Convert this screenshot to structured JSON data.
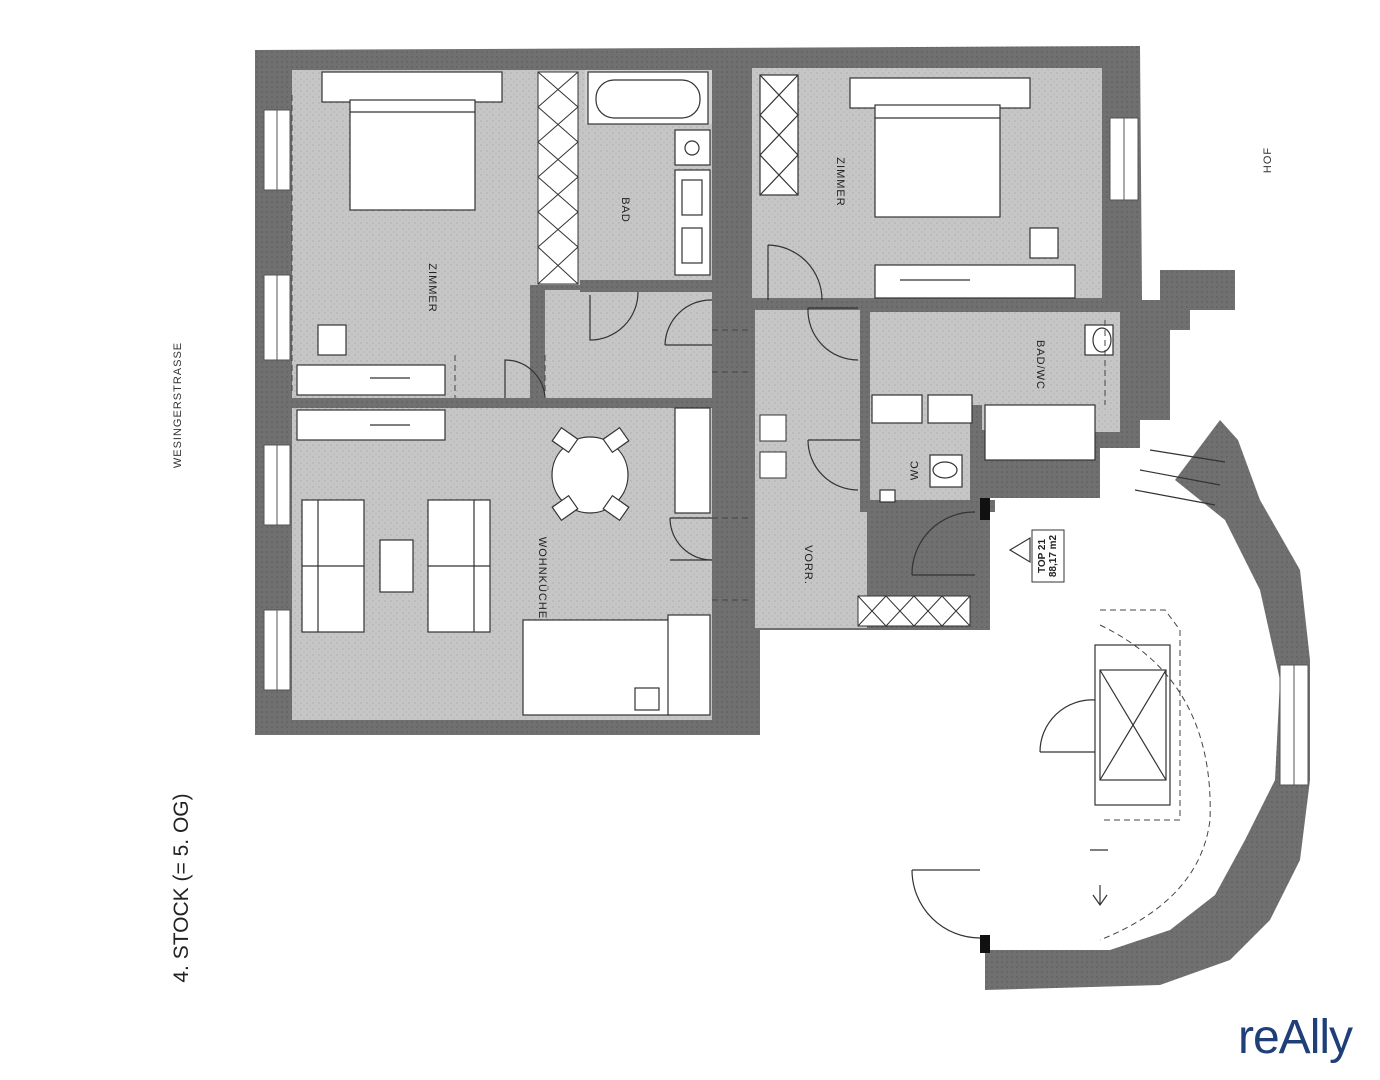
{
  "floor_title": "4. STOCK (= 5. OG)",
  "street": "WESINGERSTRASSE",
  "courtyard": "HOF",
  "unit": {
    "number": "TOP 21",
    "area": "88,17 m2"
  },
  "rooms": {
    "bedroom_1": "ZIMMER",
    "bedroom_2": "ZIMMER",
    "bathroom": "BAD",
    "bath_wc": "BAD/WC",
    "wc": "WC",
    "living_kitchen": "WOHNKÜCHE",
    "hallway": "VORR."
  },
  "brand": "reAlly",
  "colors": {
    "wall": "#6e6e6e",
    "floor": "#c4c4c4",
    "brand": "#1f3f79"
  }
}
